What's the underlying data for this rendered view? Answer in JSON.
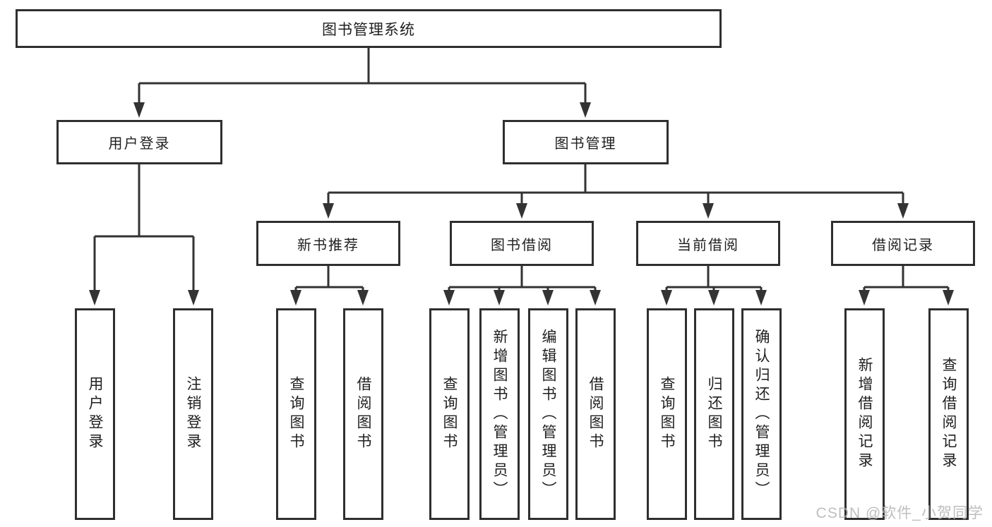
{
  "diagram": {
    "root": {
      "label": "图书管理系统"
    },
    "level2": [
      {
        "label": "用户登录"
      },
      {
        "label": "图书管理"
      }
    ],
    "level3": [
      {
        "label": "新书推荐"
      },
      {
        "label": "图书借阅"
      },
      {
        "label": "当前借阅"
      },
      {
        "label": "借阅记录"
      }
    ],
    "leaves": [
      {
        "label": "用户登录"
      },
      {
        "label": "注销登录"
      },
      {
        "label": "查询图书"
      },
      {
        "label": "借阅图书"
      },
      {
        "label": "查询图书"
      },
      {
        "label": "新增图书（管理员）"
      },
      {
        "label": "编辑图书（管理员）"
      },
      {
        "label": "借阅图书"
      },
      {
        "label": "查询图书"
      },
      {
        "label": "归还图书"
      },
      {
        "label": "确认归还（管理员）"
      },
      {
        "label": "新增借阅记录"
      },
      {
        "label": "查询借阅记录"
      }
    ]
  },
  "watermark": {
    "text": "CSDN @软件_小贺同学",
    "color": "#b3b3b3"
  },
  "colors": {
    "line": "#333333",
    "text": "#1f1f1f",
    "background": "#ffffff"
  }
}
